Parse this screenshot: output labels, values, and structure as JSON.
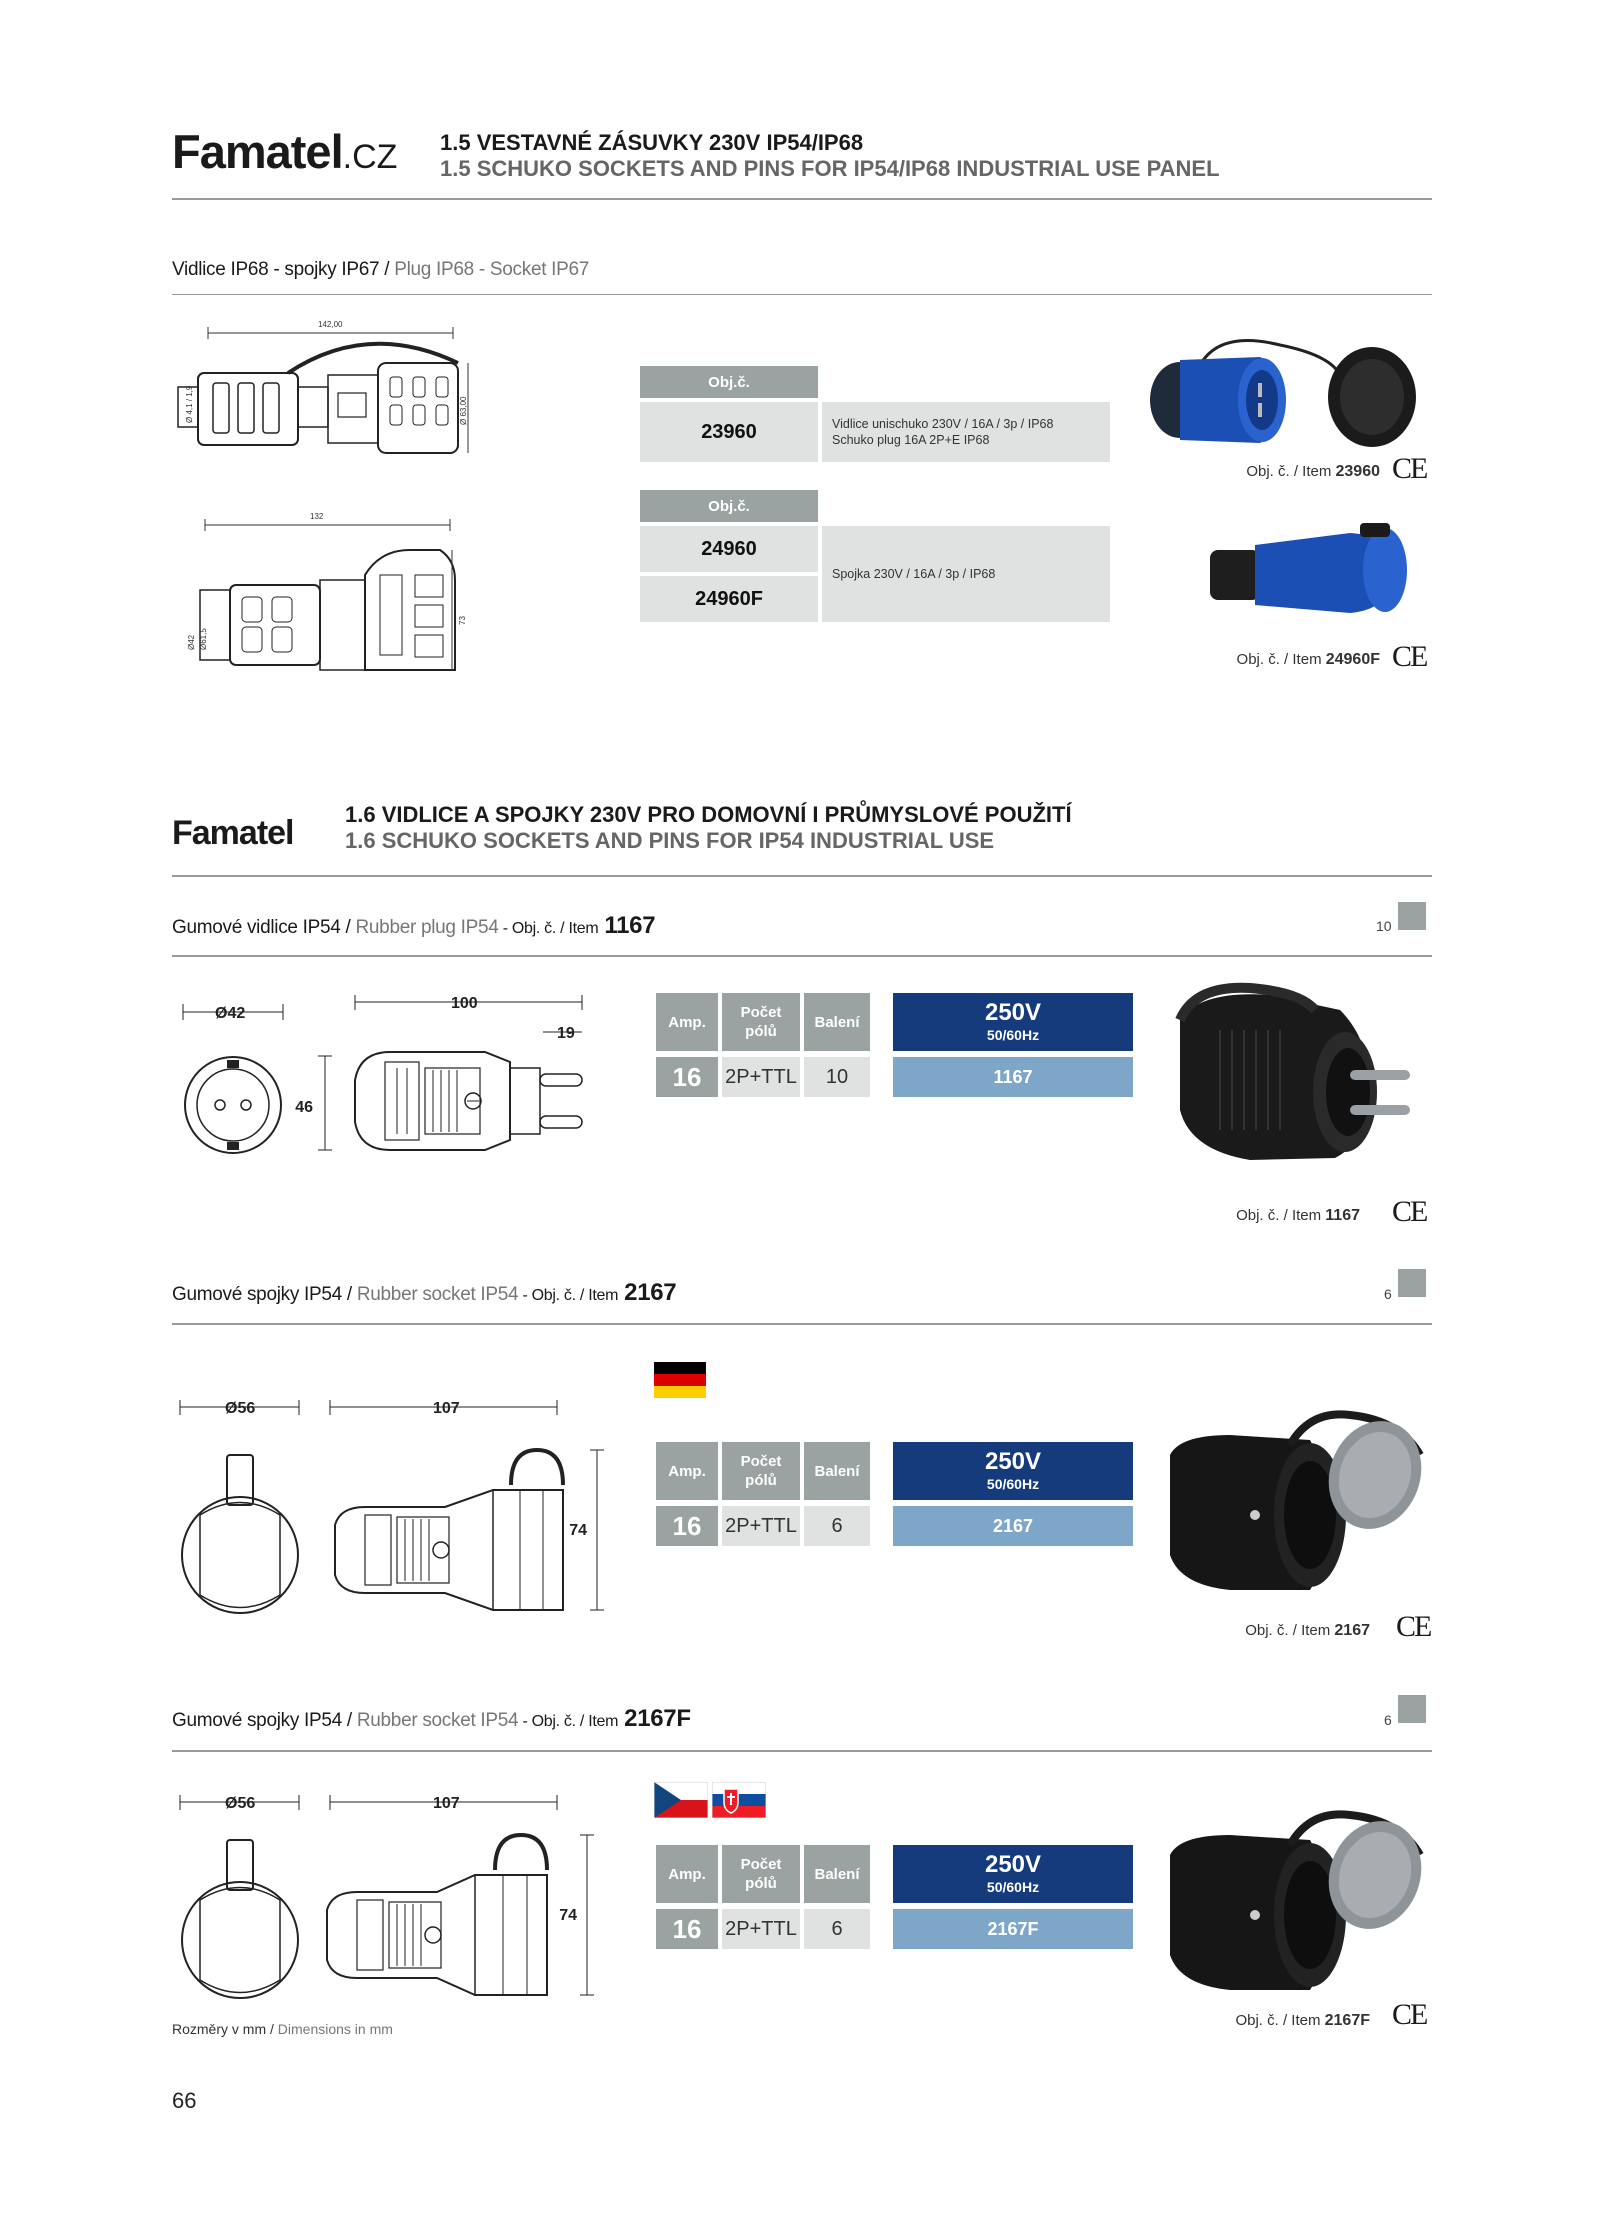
{
  "section1": {
    "brand": "Famatel",
    "brand_suffix": ".CZ",
    "title_cz": "1.5  VESTAVNÉ ZÁSUVKY 230V IP54/IP68",
    "title_en": "1.5  SCHUKO SOCKETS AND PINS FOR IP54/IP68 INDUSTRIAL USE PANEL",
    "subtitle_cz": "Vidlice IP68 - spojky IP67 / ",
    "subtitle_en": "Plug IP68 - Socket IP67",
    "drawing1_width_label": "142,00",
    "drawing1_dia_small": "Ø 4,1 / 1,9",
    "drawing1_dia_big": "Ø 63,00",
    "drawing2_width_label": "132",
    "drawing2_dia1": "Ø42",
    "drawing2_dia2": "Ø61,5",
    "drawing2_height": "73",
    "table1": {
      "header": "Obj.č.",
      "code": "23960",
      "desc_cz": "Vidlice unischuko 230V / 16A / 3p / IP68",
      "desc_en": "Schuko plug 16A 2P+E IP68"
    },
    "table2": {
      "header": "Obj.č.",
      "code_a": "24960",
      "code_b": "24960F",
      "desc": "Spojka 230V / 16A / 3p / IP68"
    },
    "caption1_label": "Obj. č. / Item ",
    "caption1_code": "23960",
    "caption2_label": "Obj. č. / Item ",
    "caption2_code": "24960F",
    "ce": "CE"
  },
  "section2": {
    "brand": "Famatel",
    "title_cz": "1.6  VIDLICE A SPOJKY 230V PRO DOMOVNÍ I PRŮMYSLOVÉ POUŽITÍ",
    "title_en": "1.6  SCHUKO SOCKETS AND PINS FOR IP54 INDUSTRIAL USE"
  },
  "products": [
    {
      "sub_cz": "Gumové vidlice IP54 / ",
      "sub_en": "Rubber plug IP54",
      "item_label": " - Obj. č. / Item",
      "code": "1167",
      "qty": "10",
      "dims": {
        "diameter": "Ø42",
        "length": "100",
        "pin": "19",
        "height": "46"
      },
      "table": {
        "h_amp": "Amp.",
        "h_poles": "Počet pólů",
        "h_pack": "Balení",
        "amp": "16",
        "poles": "2P+TTL",
        "pack": "10",
        "volt": "250V",
        "freq": "50/60Hz",
        "item": "1167"
      },
      "caption_label": "Obj. č. / Item ",
      "caption_code": "1167"
    },
    {
      "sub_cz": "Gumové spojky IP54 / ",
      "sub_en": "Rubber socket IP54",
      "item_label": " - Obj. č. / Item",
      "code": "2167",
      "qty": "6",
      "dims": {
        "diameter": "Ø56",
        "length": "107",
        "height": "74"
      },
      "table": {
        "h_amp": "Amp.",
        "h_poles": "Počet pólů",
        "h_pack": "Balení",
        "amp": "16",
        "poles": "2P+TTL",
        "pack": "6",
        "volt": "250V",
        "freq": "50/60Hz",
        "item": "2167"
      },
      "caption_label": "Obj. č. / Item ",
      "caption_code": "2167"
    },
    {
      "sub_cz": "Gumové spojky IP54 / ",
      "sub_en": "Rubber socket IP54",
      "item_label": " - Obj. č. / Item",
      "code": "2167F",
      "qty": "6",
      "dims": {
        "diameter": "Ø56",
        "length": "107",
        "height": "74"
      },
      "table": {
        "h_amp": "Amp.",
        "h_poles": "Počet pólů",
        "h_pack": "Balení",
        "amp": "16",
        "poles": "2P+TTL",
        "pack": "6",
        "volt": "250V",
        "freq": "50/60Hz",
        "item": "2167F"
      },
      "caption_label": "Obj. č. / Item ",
      "caption_code": "2167F"
    }
  ],
  "footer": {
    "dimensions_cz": "Rozměry v mm / ",
    "dimensions_en": "Dimensions in mm",
    "page_number": "66"
  },
  "flags": {
    "germany": "germany-flag",
    "czech": "czech-flag",
    "slovakia": "slovakia-flag"
  },
  "colors": {
    "grey": "#9aa3a1",
    "light": "#dfe2e1",
    "navy": "#163b7c",
    "steel_blue": "#7ea6c9"
  }
}
